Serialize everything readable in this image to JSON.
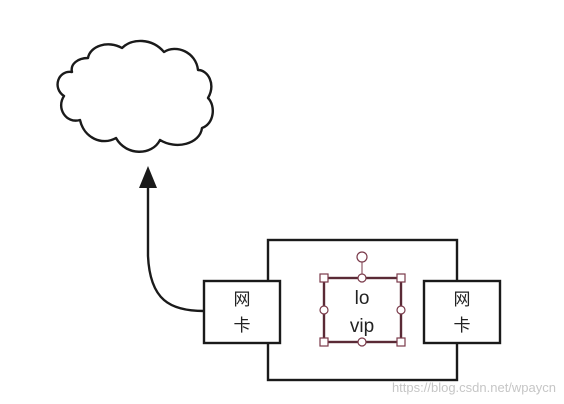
{
  "diagram": {
    "cloud_label": "",
    "left_nic": {
      "line1": "网",
      "line2": "卡"
    },
    "right_nic": {
      "line1": "网",
      "line2": "卡"
    },
    "center_box": {
      "line1": "lo",
      "line2": "vip"
    }
  },
  "watermark": "https://blog.csdn.net/wpaycn",
  "colors": {
    "stroke": "#1a1a1a",
    "text": "#222222",
    "selection": "#7a3a4a",
    "handle": "#ffffff",
    "watermark": "#c6c6c6"
  }
}
